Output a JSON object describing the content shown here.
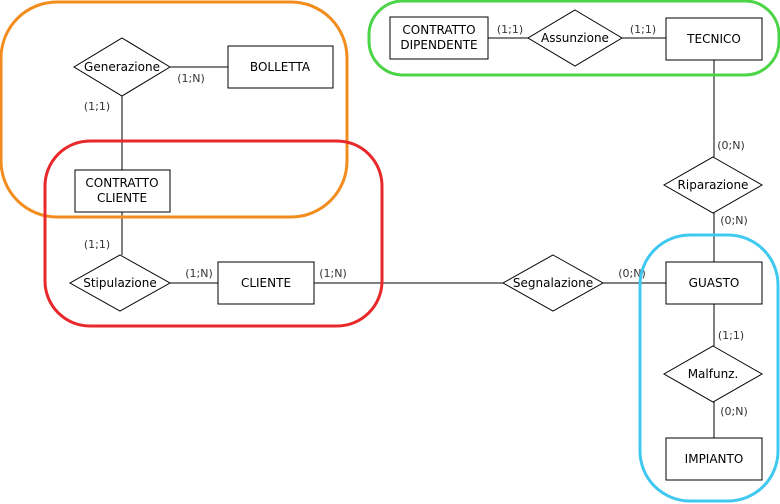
{
  "colors": {
    "orange": "#f28c1c",
    "red": "#e8282b",
    "green": "#4cd447",
    "blue": "#3fc8f0"
  },
  "entities": {
    "bolletta": "BOLLETTA",
    "contratto_cliente": [
      "CONTRATTO",
      "CLIENTE"
    ],
    "cliente": "CLIENTE",
    "contratto_dipendente": [
      "CONTRATTO",
      "DIPENDENTE"
    ],
    "tecnico": "TECNICO",
    "guasto": "GUASTO",
    "impianto": "IMPIANTO"
  },
  "relationships": {
    "generazione": "Generazione",
    "stipulazione": "Stipulazione",
    "segnalazione": "Segnalazione",
    "assunzione": "Assunzione",
    "riparazione": "Riparazione",
    "malfunz": "Malfunz."
  },
  "cardinalities": {
    "generazione_bolletta": "(1;N)",
    "generazione_contratto": "(1;1)",
    "stipulazione_contratto": "(1;1)",
    "stipulazione_cliente": "(1;N)",
    "cliente_segnalazione": "(1;N)",
    "segnalazione_guasto": "(0;N)",
    "assunzione_dipendente": "(1;1)",
    "assunzione_tecnico": "(1;1)",
    "riparazione_tecnico": "(0;N)",
    "riparazione_guasto": "(0;N)",
    "malfunz_guasto": "(1;1)",
    "malfunz_impianto": "(0;N)"
  }
}
